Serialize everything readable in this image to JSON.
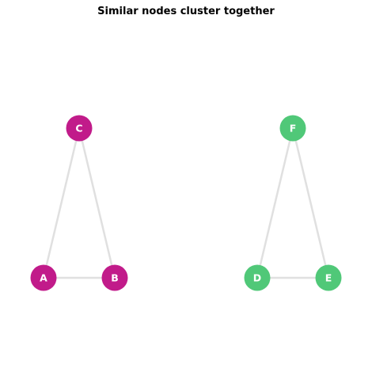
{
  "title": "Similar nodes cluster together",
  "colors": {
    "cluster_1": "#c11b8a",
    "cluster_2": "#50c878",
    "edge": "#e0e0e0",
    "label": "#ffffff"
  },
  "nodes": [
    {
      "id": "A",
      "cluster": "cluster_1"
    },
    {
      "id": "B",
      "cluster": "cluster_1"
    },
    {
      "id": "C",
      "cluster": "cluster_1"
    },
    {
      "id": "D",
      "cluster": "cluster_2"
    },
    {
      "id": "E",
      "cluster": "cluster_2"
    },
    {
      "id": "F",
      "cluster": "cluster_2"
    }
  ],
  "edges": [
    [
      "A",
      "B"
    ],
    [
      "A",
      "C"
    ],
    [
      "B",
      "C"
    ],
    [
      "D",
      "E"
    ],
    [
      "D",
      "F"
    ],
    [
      "E",
      "F"
    ]
  ]
}
